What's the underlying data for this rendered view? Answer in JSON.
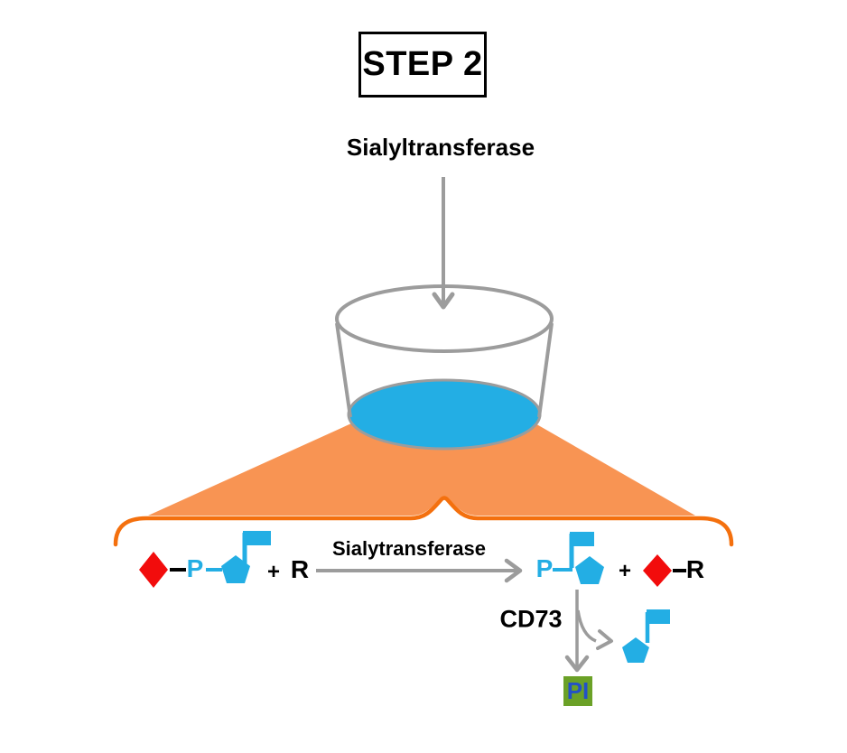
{
  "step_badge": {
    "label": "STEP 2"
  },
  "top": {
    "enzyme_label": "Sialyltransferase"
  },
  "reaction": {
    "arrow_label": "Sialytransferase",
    "left": {
      "phosphate": "P",
      "plus": "+",
      "acceptor": "R"
    },
    "right": {
      "phosphate": "P",
      "plus": "+",
      "acceptor": "R"
    },
    "cleavage": {
      "enzyme": "CD73",
      "product": "PI"
    }
  },
  "colors": {
    "cyan": "#23AEE4",
    "orange_fill": "#F89453",
    "orange_stroke": "#F4700E",
    "red": "#F20C0C",
    "gray": "#9C9C9C",
    "black": "#000000",
    "green_box": "#6BA127",
    "pi_text": "#2351C8"
  },
  "icons": {
    "step-badge": "outlined-rectangle",
    "dispense-arrow-icon": "gray-down-arrow",
    "beaker-icon": "gray-outlined-cup",
    "liquid-icon": "cyan-ellipse",
    "zoom-beam-icon": "orange-trapezoid",
    "zoom-brace-icon": "orange-curly-brace",
    "nucleotide-diamond-icon": "red-diamond",
    "sialic-acid-icon": "cyan-pentagon-with-flag",
    "reaction-arrow-icon": "gray-right-arrow",
    "cd73-arrow-icon": "gray-down-arrow",
    "release-arrow-icon": "gray-curved-arrow",
    "pi-box-icon": "green-square"
  }
}
